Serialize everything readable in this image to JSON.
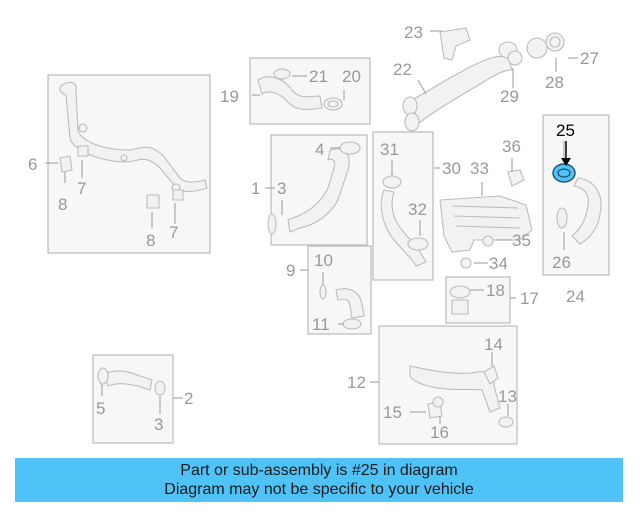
{
  "diagram": {
    "highlight_color": "#4fc3f7",
    "callouts": {
      "c1": "1",
      "c2": "2",
      "c3a": "3",
      "c3b": "3",
      "c4": "4",
      "c5": "5",
      "c6": "6",
      "c7a": "7",
      "c7b": "7",
      "c8a": "8",
      "c8b": "8",
      "c9": "9",
      "c10": "10",
      "c11": "11",
      "c12": "12",
      "c13": "13",
      "c14": "14",
      "c15": "15",
      "c16": "16",
      "c17": "17",
      "c18": "18",
      "c19": "19",
      "c20": "20",
      "c21": "21",
      "c22": "22",
      "c23": "23",
      "c24": "24",
      "c25": "25",
      "c26": "26",
      "c27": "27",
      "c28": "28",
      "c29": "29",
      "c30": "30",
      "c31": "31",
      "c32": "32",
      "c33": "33",
      "c34": "34",
      "c35": "35",
      "c36": "36"
    }
  },
  "banner": {
    "line1": "Part or sub-assembly is #25 in diagram",
    "line2": "Diagram may not be specific to your vehicle",
    "background": "#4fc3f7"
  }
}
